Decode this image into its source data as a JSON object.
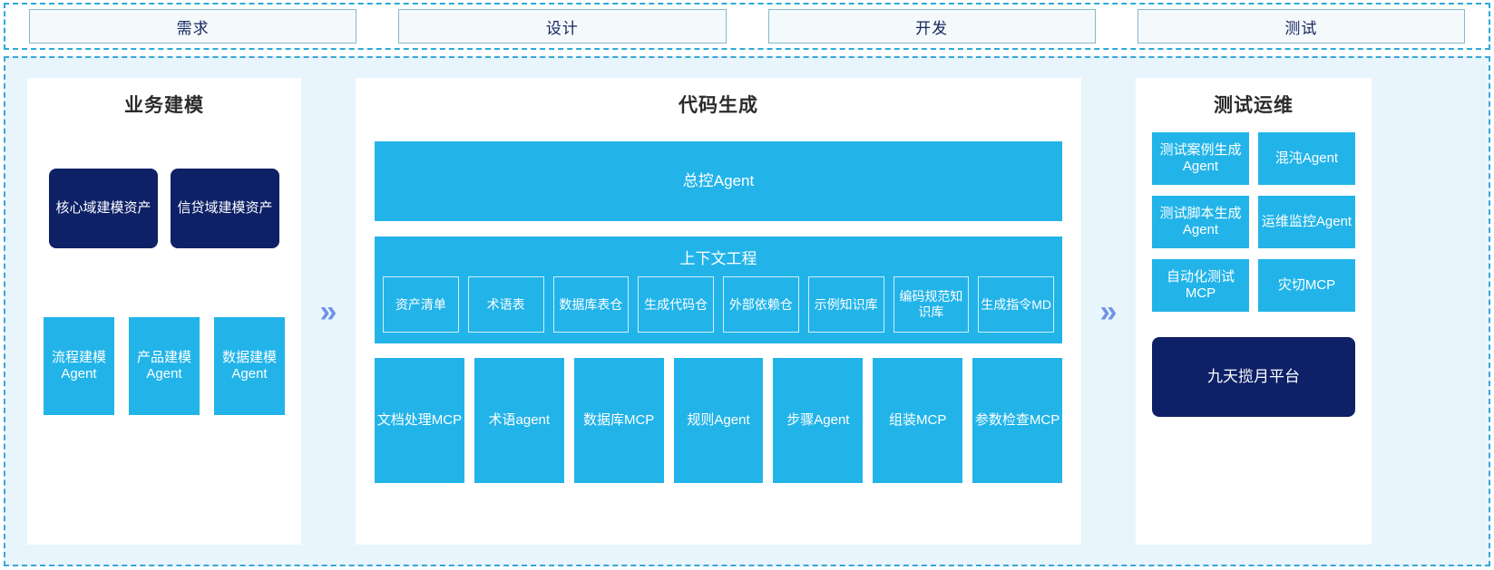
{
  "phases": {
    "items": [
      {
        "label": "需求"
      },
      {
        "label": "设计"
      },
      {
        "label": "开发"
      },
      {
        "label": "测试"
      }
    ]
  },
  "connectors": {
    "glyph": "»"
  },
  "panels": {
    "business_modeling": {
      "title": "业务建模",
      "assets": [
        {
          "label": "核心域建模资产"
        },
        {
          "label": "信贷域建模资产"
        }
      ],
      "agents": [
        {
          "label": "流程建模Agent"
        },
        {
          "label": "产品建模Agent"
        },
        {
          "label": "数据建模Agent"
        }
      ]
    },
    "code_generation": {
      "title": "代码生成",
      "master_agent": "总控Agent",
      "context_engineering": {
        "title": "上下文工程",
        "items": [
          {
            "label": "资产清单"
          },
          {
            "label": "术语表"
          },
          {
            "label": "数据库表仓"
          },
          {
            "label": "生成代码仓"
          },
          {
            "label": "外部依赖仓"
          },
          {
            "label": "示例知识库"
          },
          {
            "label": "编码规范知识库"
          },
          {
            "label": "生成指令MD"
          }
        ]
      },
      "tools": [
        {
          "label": "文档处理MCP"
        },
        {
          "label": "术语agent"
        },
        {
          "label": "数据库MCP"
        },
        {
          "label": "规则Agent"
        },
        {
          "label": "步骤Agent"
        },
        {
          "label": "组装MCP"
        },
        {
          "label": "参数检查MCP"
        }
      ]
    },
    "test_ops": {
      "title": "测试运维",
      "items": [
        {
          "label": "测试案例生成Agent"
        },
        {
          "label": "混沌Agent"
        },
        {
          "label": "测试脚本生成Agent"
        },
        {
          "label": "运维监控Agent"
        },
        {
          "label": "自动化测试MCP"
        },
        {
          "label": "灾切MCP"
        }
      ],
      "platform": "九天揽月平台"
    }
  },
  "colors": {
    "cyan": "#22b4e9",
    "navy": "#0e2167",
    "connector_blue": "#6e93e8",
    "container_bg": "#e9f5fd",
    "dashed_border": "#3aa5d8"
  }
}
